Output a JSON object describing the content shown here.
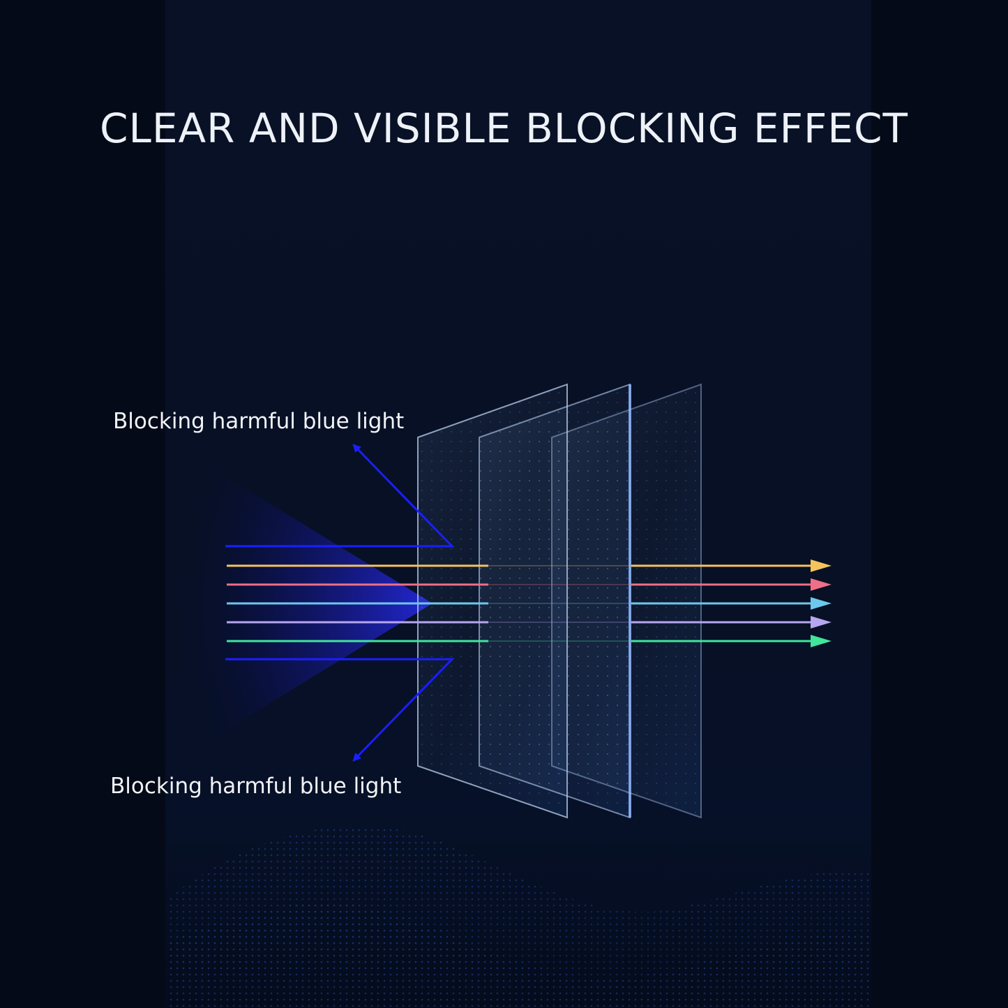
{
  "header": {
    "title": "CLEAR AND VISIBLE BLOCKING EFFECT"
  },
  "callouts": {
    "top": "Blocking harmful blue light",
    "bottom": "Blocking harmful blue light"
  },
  "light_rays": {
    "blocked_color": "#1a1fff",
    "passing": [
      {
        "color": "#f5c35c"
      },
      {
        "color": "#ef6f86"
      },
      {
        "color": "#6cc9ec"
      },
      {
        "color": "#b6a6ef"
      },
      {
        "color": "#3fe69c"
      }
    ]
  },
  "filter_layers": 3,
  "colors": {
    "background": "#040a17",
    "panel_band": "#071126",
    "text": "#eef2f8"
  }
}
